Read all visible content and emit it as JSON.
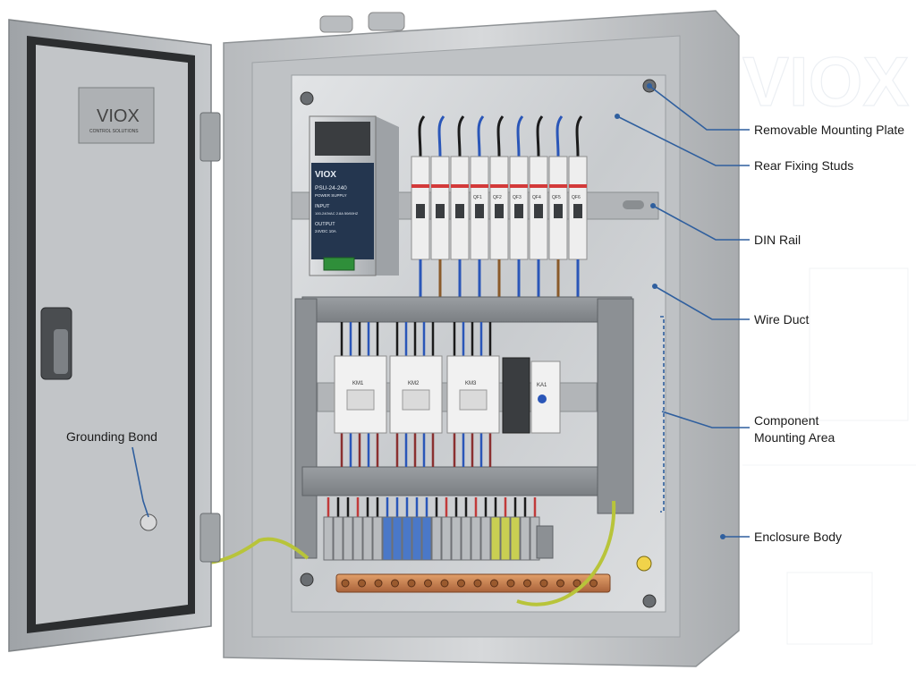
{
  "brand": {
    "door_plate": "VIOX",
    "door_plate_sub": "CONTROL SOLUTIONS",
    "watermark": "VIOX"
  },
  "psu": {
    "brand": "VIOX",
    "model": "PSU-24-240",
    "subtitle": "POWER SUPPLY",
    "input_label": "INPUT",
    "input_spec": "100-240VAC 2.8A 50/60HZ",
    "output_label": "OUTPUT",
    "output_spec": "24VDC 10A"
  },
  "breakers": [
    "",
    "",
    "",
    "QF1",
    "QF2",
    "QF3",
    "QF4",
    "QF5",
    "QF6"
  ],
  "contactors": [
    "KM1",
    "KM2",
    "KM3"
  ],
  "relay": "KA1",
  "callouts": [
    {
      "id": "removable-mounting-plate",
      "text": "Removable Mounting Plate"
    },
    {
      "id": "rear-fixing-studs",
      "text": "Rear Fixing Studs"
    },
    {
      "id": "din-rail",
      "text": "DIN Rail"
    },
    {
      "id": "wire-duct",
      "text": "Wire Duct"
    },
    {
      "id": "component-mounting-area",
      "lines": [
        "Component",
        "Mounting Area"
      ]
    },
    {
      "id": "enclosure-body",
      "text": "Enclosure Body"
    },
    {
      "id": "grounding-bond",
      "text": "Grounding Bond"
    }
  ],
  "colors": {
    "callout_line": "#2f5f9e",
    "enclosure": "#c9cbcd",
    "plate": "#d6d8da",
    "wire_blue": "#2a56b8",
    "wire_ground": "#b8c43a",
    "copper": "#c8814a"
  }
}
